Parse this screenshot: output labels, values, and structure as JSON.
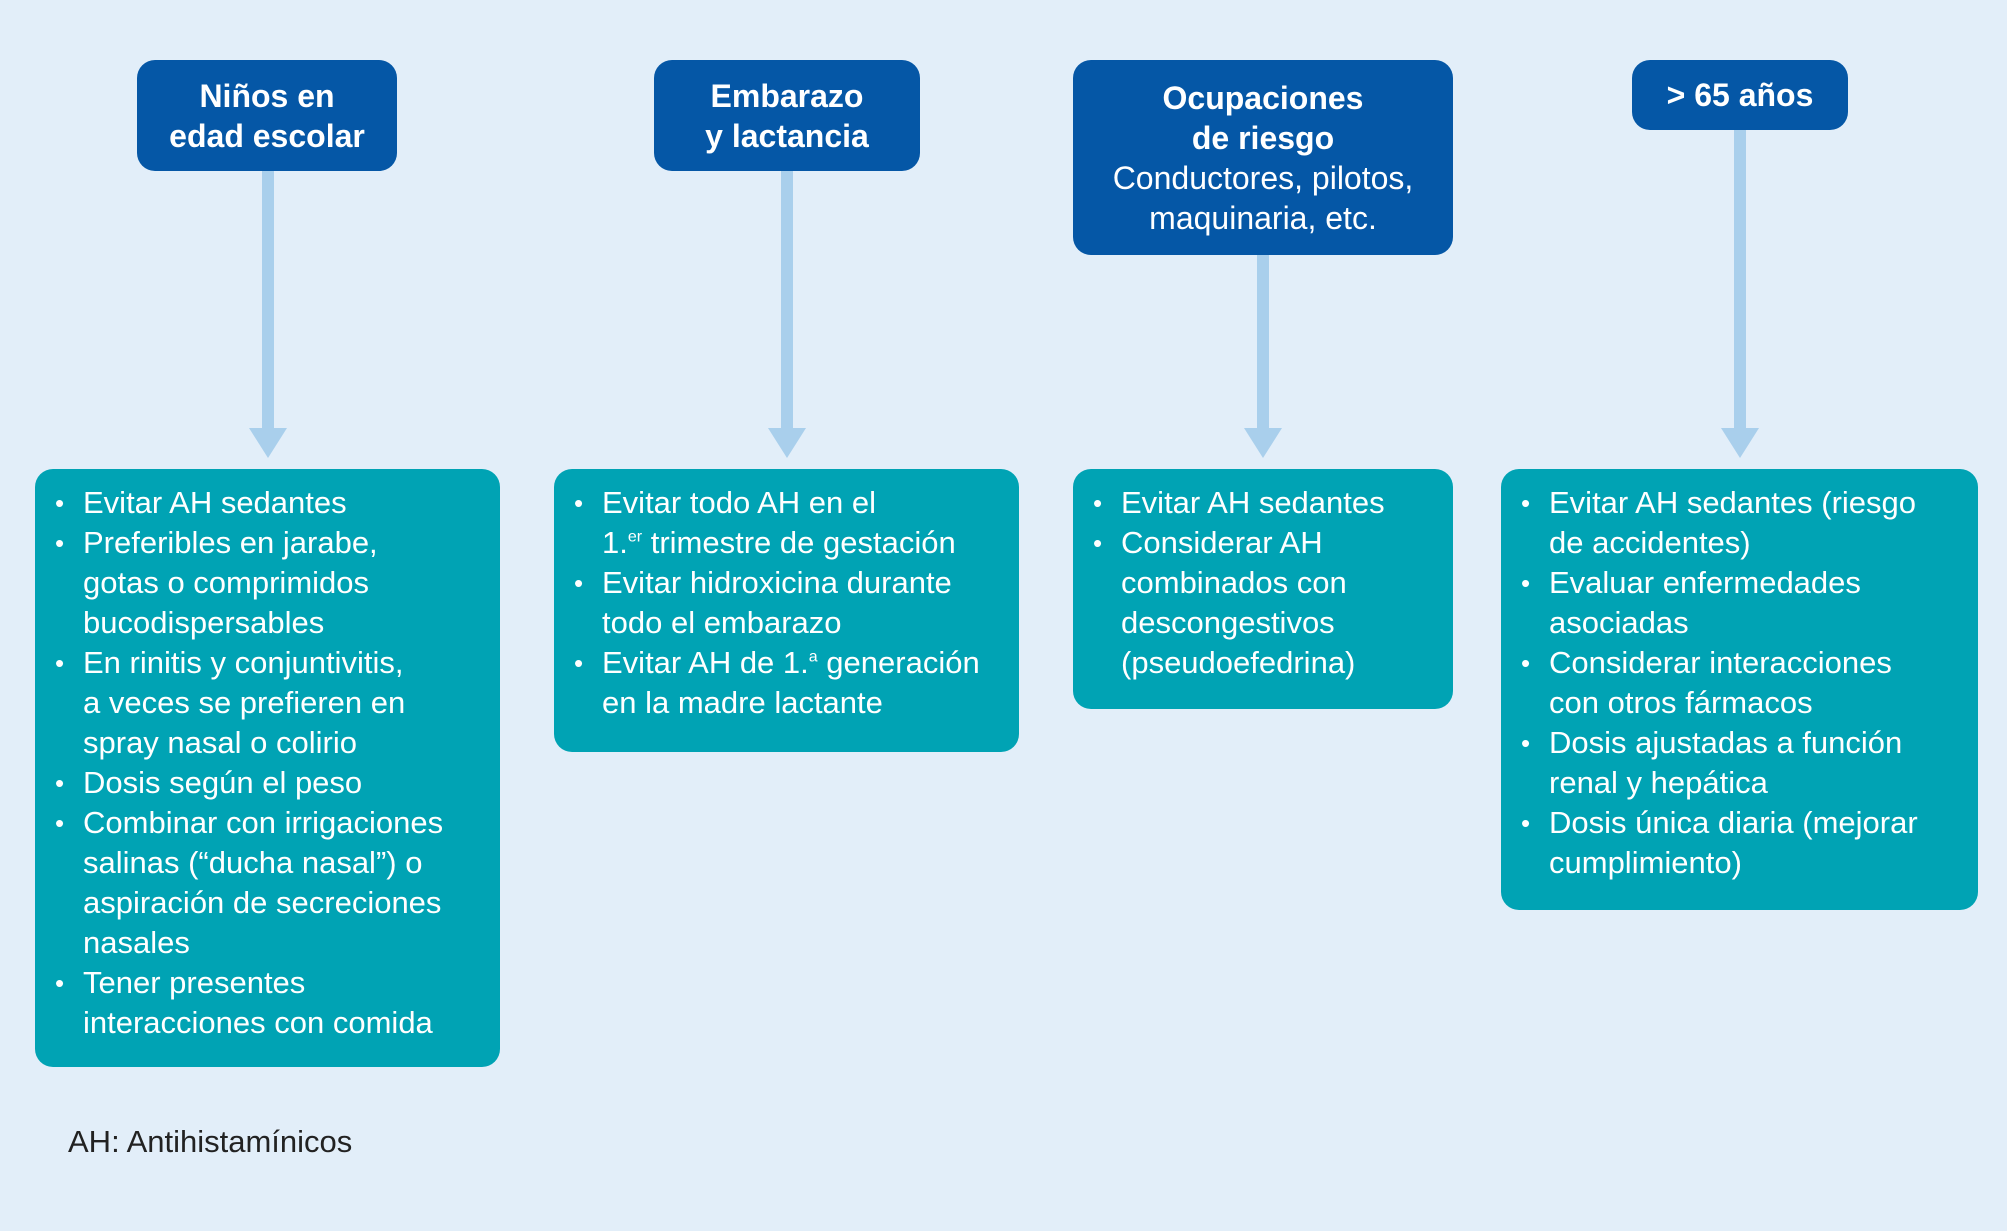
{
  "colors": {
    "background": "#e2eef9",
    "header_box": "#0557a6",
    "content_box": "#00a3b4",
    "arrow": "#a9cfec",
    "text_light": "#ffffff",
    "text_dark": "#222222"
  },
  "columns": [
    {
      "header_title": "Niños en\nedad escolar",
      "header_sub": "",
      "items": [
        "Evitar AH sedantes",
        "Preferibles en jarabe,\ngotas o comprimidos\nbucodispersables",
        "En rinitis y conjuntivitis,\na veces se prefieren en\nspray nasal o colirio",
        "Dosis según el peso",
        "Combinar con irrigaciones\nsalinas (“ducha nasal”) o\naspiración de secreciones\nnasales",
        "Tener presentes\ninteracciones con comida"
      ]
    },
    {
      "header_title": "Embarazo\ny lactancia",
      "header_sub": "",
      "items": [
        "Evitar todo AH en el\n1.er trimestre de gestación",
        "Evitar hidroxicina durante\ntodo el embarazo",
        "Evitar AH de 1.a generación\nen la madre lactante"
      ]
    },
    {
      "header_title": "Ocupaciones\nde riesgo",
      "header_sub": "Conductores, pilotos,\nmaquinaria, etc.",
      "items": [
        "Evitar AH sedantes",
        "Considerar AH\ncombinados con\ndescongestivos\n(pseudoefedrina)"
      ]
    },
    {
      "header_title": "> 65 años",
      "header_sub": "",
      "items": [
        "Evitar AH sedantes (riesgo\nde accidentes)",
        "Evaluar enfermedades\nasociadas",
        "Considerar interacciones\ncon otros fármacos",
        "Dosis ajustadas a función\nrenal y hepática",
        "Dosis única diaria (mejorar\ncumplimiento)"
      ]
    }
  ],
  "footnote": "AH: Antihistamínicos"
}
